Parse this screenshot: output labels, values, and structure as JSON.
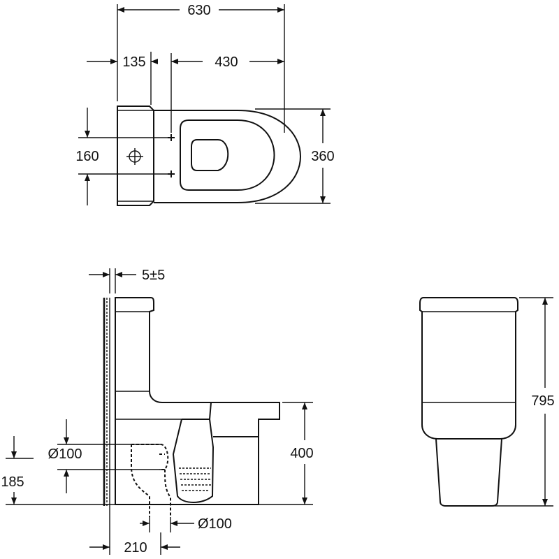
{
  "top_view": {
    "overall_width": "630",
    "tank_depth": "135",
    "bowl_length": "430",
    "fixing_span": "160",
    "overall_depth": "360"
  },
  "side_view": {
    "wall_gap": "5±5",
    "waste_diameter_rear": "Ø100",
    "waste_height": "185",
    "seat_height": "400",
    "waste_diameter_floor": "Ø100",
    "floor_outlet_distance": "210"
  },
  "front_view": {
    "overall_height": "795"
  },
  "colors": {
    "line": "#111111",
    "background": "#ffffff"
  }
}
